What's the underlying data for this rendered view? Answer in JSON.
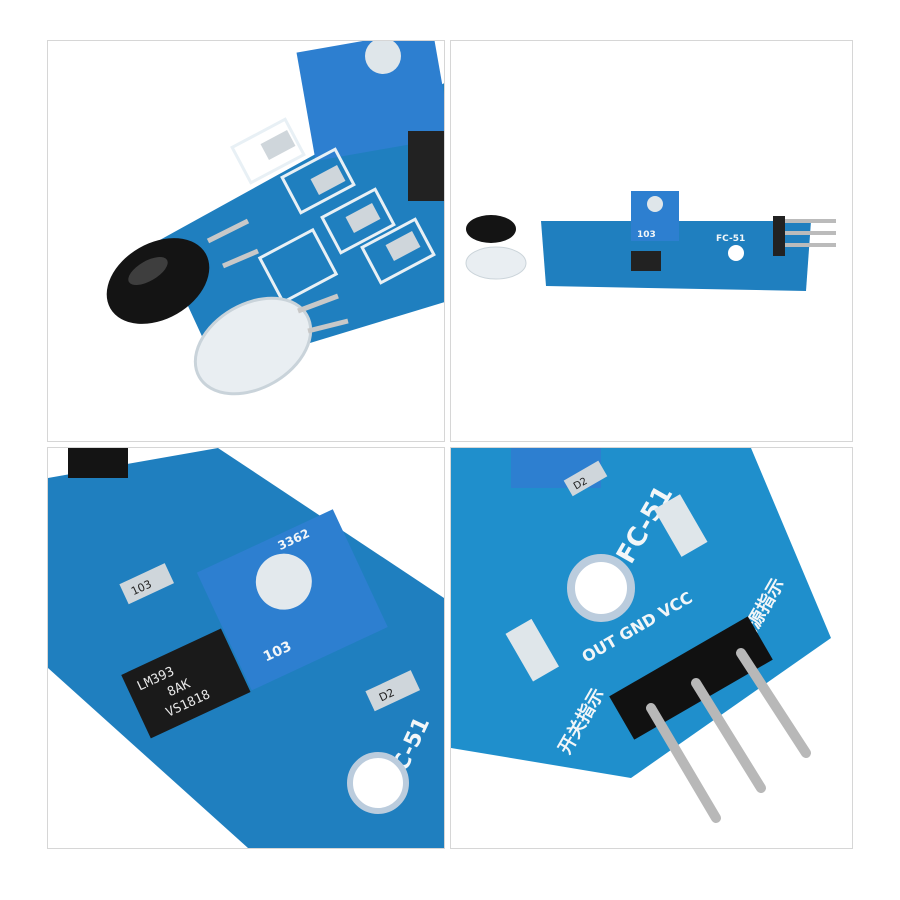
{
  "board": {
    "model": "FC-51",
    "pins": "OUT GND VCC",
    "power_indicator": "电源指示",
    "switch_indicator": "开关指示",
    "chip_line1": "LM393",
    "chip_line2": "8AK",
    "chip_line3": "VS1818",
    "pot_code": "3362",
    "pot_value": "103",
    "resistor_label": "103",
    "diode_label": "D2"
  },
  "colors": {
    "pcb": "#1f7fbf",
    "potentiometer": "#2d7fd0",
    "background": "#ffffff"
  }
}
